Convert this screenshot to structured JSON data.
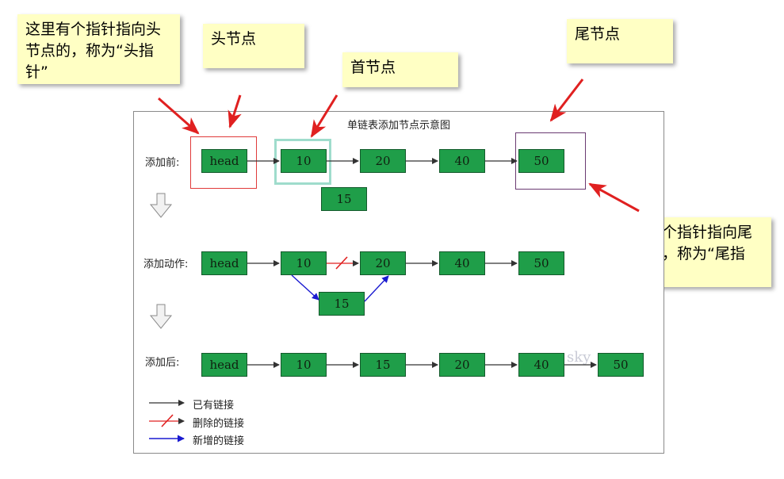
{
  "notes": {
    "head_pointer": "这里有个指针指向头节点的，称为“头指针”",
    "head_node": "头节点",
    "first_node": "首节点",
    "tail_node": "尾节点",
    "tail_pointer": "这里有个指针指向尾节点的，称为“尾指针”"
  },
  "diagram": {
    "title": "单链表添加节点示意图",
    "rows": [
      {
        "label": "添加前:",
        "nodes": [
          "head",
          "10",
          "20",
          "40",
          "50"
        ],
        "extra": "15"
      },
      {
        "label": "添加动作:",
        "nodes": [
          "head",
          "10",
          "20",
          "40",
          "50"
        ],
        "extra": "15"
      },
      {
        "label": "添加后:",
        "nodes": [
          "head",
          "10",
          "15",
          "20",
          "40",
          "50"
        ]
      }
    ],
    "watermark": "sky",
    "legend": [
      {
        "text": "已有链接",
        "color": "#333333"
      },
      {
        "text": "删除的链接",
        "color": "#e02020"
      },
      {
        "text": "新增的链接",
        "color": "#1a1ad0"
      }
    ]
  },
  "colors": {
    "node_fill": "#1f9e49",
    "note_bg": "#ffffc4",
    "callout_arrow": "#e02020",
    "head_box": "#e03a3a",
    "first_glow": "#9fdccc",
    "tail_box": "#6a3a72"
  }
}
